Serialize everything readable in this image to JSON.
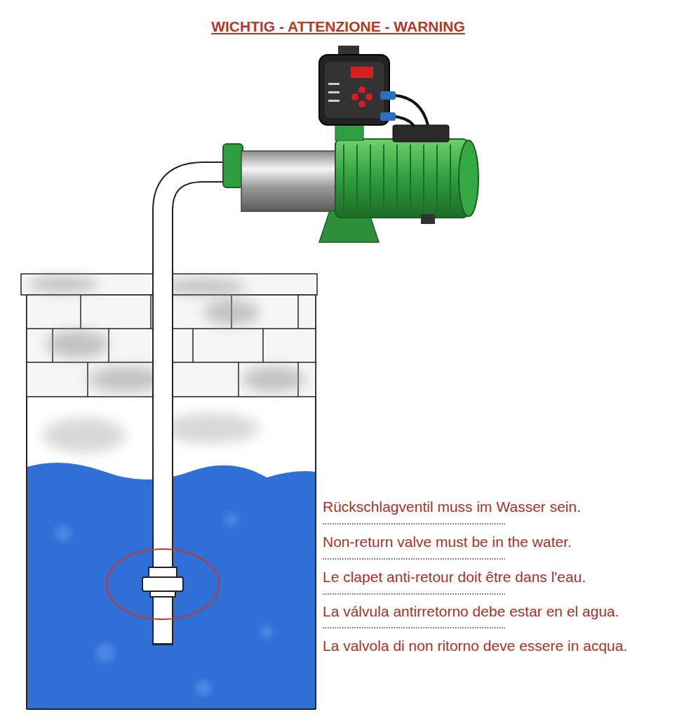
{
  "diagram": {
    "title": "WICHTIG - ATTENZIONE - WARNING",
    "labels": [
      "Rückschlagventil muss im Wasser sein.",
      "Non-return valve must be in the water.",
      "Le clapet anti-retour doit être dans l'eau.",
      "La válvula antirretorno debe estar en el agua.",
      "La valvola di non ritorno deve essere in acqua."
    ]
  }
}
